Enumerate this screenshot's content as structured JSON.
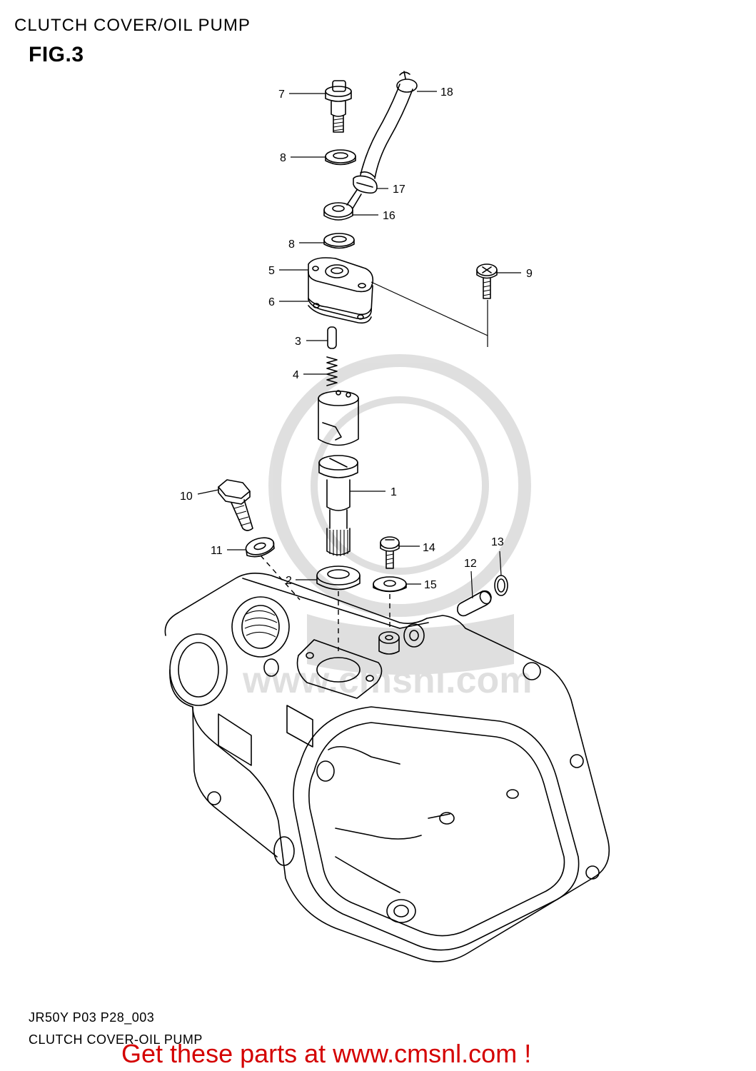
{
  "header": {
    "title": "CLUTCH COVER/OIL PUMP",
    "figure": "FIG.3"
  },
  "callouts": [
    {
      "id": "7",
      "label": "7"
    },
    {
      "id": "18",
      "label": "18"
    },
    {
      "id": "8a",
      "label": "8"
    },
    {
      "id": "17",
      "label": "17"
    },
    {
      "id": "16",
      "label": "16"
    },
    {
      "id": "8b",
      "label": "8"
    },
    {
      "id": "5",
      "label": "5"
    },
    {
      "id": "9",
      "label": "9"
    },
    {
      "id": "6",
      "label": "6"
    },
    {
      "id": "3",
      "label": "3"
    },
    {
      "id": "4",
      "label": "4"
    },
    {
      "id": "1",
      "label": "1"
    },
    {
      "id": "10",
      "label": "10"
    },
    {
      "id": "13",
      "label": "13"
    },
    {
      "id": "14",
      "label": "14"
    },
    {
      "id": "11",
      "label": "11"
    },
    {
      "id": "12",
      "label": "12"
    },
    {
      "id": "2",
      "label": "2"
    },
    {
      "id": "15",
      "label": "15"
    }
  ],
  "watermark": {
    "text": "www.cmsnl.com"
  },
  "footer": {
    "code": "JR50Y P03 P28_003",
    "name": "CLUTCH COVER-OIL PUMP",
    "cta": "Get these parts at www.cmsnl.com !"
  },
  "colors": {
    "cta": "#d40000",
    "line": "#000000"
  }
}
